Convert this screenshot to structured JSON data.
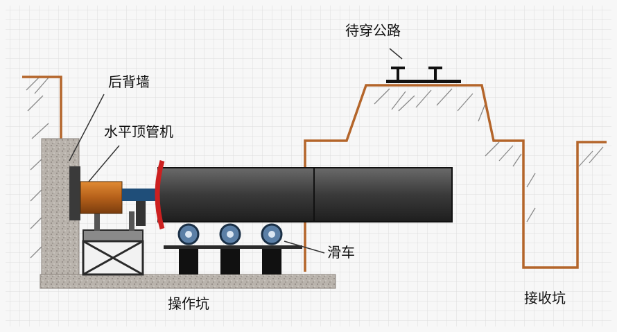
{
  "labels": {
    "road": "待穿公路",
    "back_wall": "后背墙",
    "jacking_machine": "水平顶管机",
    "trolley": "滑车",
    "operation_pit": "操作坑",
    "receiving_pit": "接收坑"
  },
  "colors": {
    "background": "#f7f7f7",
    "grid": "#dcdcdc",
    "ground_line": "#b4652a",
    "hatch": "#8a8a8a",
    "concrete": "#b9b3ac",
    "pipe": "#3d3d3d",
    "pipe_dark": "#222222",
    "pipe_flange": "#cc2020",
    "jack_body": "#c06a1a",
    "jack_rod": "#1f4e79",
    "wheel": "#5b7fa6",
    "support": "#111111",
    "frame": "#2a2a2a"
  }
}
